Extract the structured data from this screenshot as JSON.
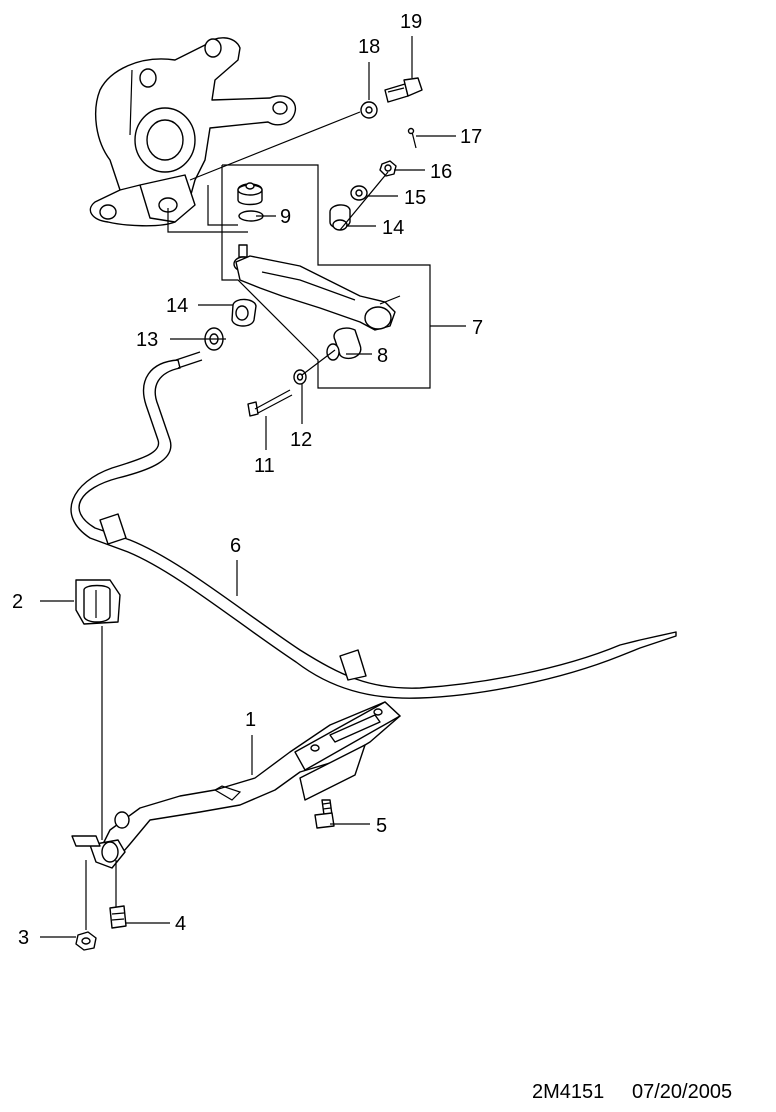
{
  "callouts": {
    "c1": "1",
    "c2": "2",
    "c3": "3",
    "c4": "4",
    "c5": "5",
    "c6": "6",
    "c7": "7",
    "c8": "8",
    "c9": "9",
    "c11": "11",
    "c12": "12",
    "c13": "13",
    "c14a": "14",
    "c14b": "14",
    "c15": "15",
    "c16": "16",
    "c17": "17",
    "c18": "18",
    "c19": "19"
  },
  "footer": {
    "code": "2M4151",
    "date": "07/20/2005"
  }
}
